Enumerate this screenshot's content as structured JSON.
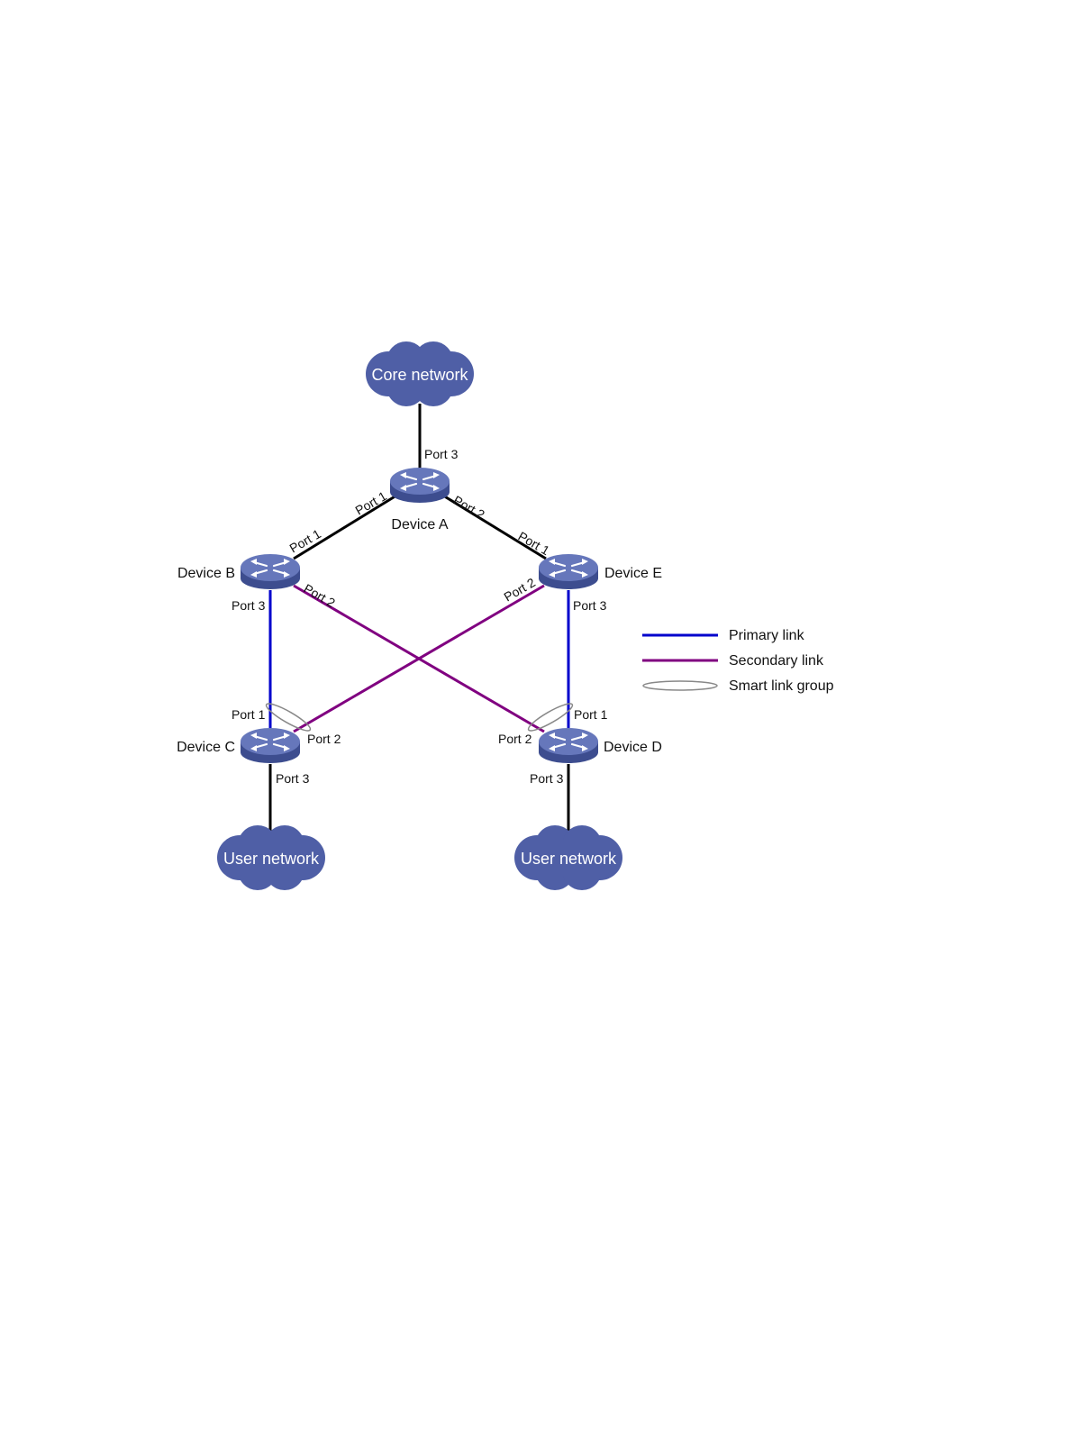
{
  "clouds": {
    "core": "Core network",
    "user_left": "User network",
    "user_right": "User network"
  },
  "devices": {
    "a": "Device A",
    "b": "Device B",
    "c": "Device C",
    "d": "Device D",
    "e": "Device E"
  },
  "ports": {
    "a_port3": "Port 3",
    "a_port1": "Port 1",
    "a_port2": "Port 2",
    "b_port1": "Port 1",
    "b_port2": "Port 2",
    "b_port3": "Port 3",
    "e_port1": "Port 1",
    "e_port2": "Port 2",
    "e_port3": "Port 3",
    "c_port1": "Port 1",
    "c_port2": "Port 2",
    "c_port3": "Port 3",
    "d_port1": "Port 1",
    "d_port2": "Port 2",
    "d_port3": "Port 3"
  },
  "legend": {
    "primary": "Primary link",
    "secondary": "Secondary link",
    "smart_group": "Smart link group"
  },
  "colors": {
    "cloud": "#4f5fa6",
    "device": "#5a6cb0",
    "plain_link": "#000000",
    "primary_link": "#0000cc",
    "secondary_link": "#800080",
    "smart_group": "#888888"
  }
}
